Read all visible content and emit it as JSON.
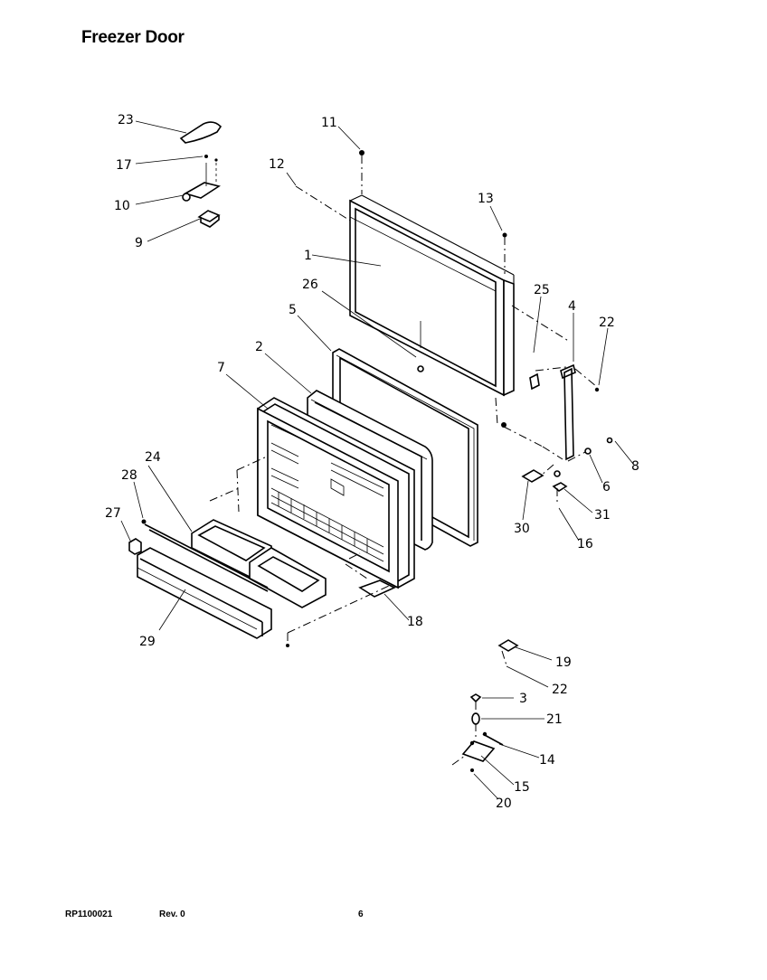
{
  "title": "Freezer Door",
  "footer": {
    "code": "RP1100021",
    "rev": "Rev. 0",
    "page": "6"
  },
  "callouts": {
    "c1": "1",
    "c2": "2",
    "c3": "3",
    "c4": "4",
    "c5": "5",
    "c6": "6",
    "c7": "7",
    "c8": "8",
    "c9": "9",
    "c10": "10",
    "c11": "11",
    "c12": "12",
    "c13": "13",
    "c14": "14",
    "c15": "15",
    "c16": "16",
    "c17": "17",
    "c18": "18",
    "c19": "19",
    "c20": "20",
    "c21": "21",
    "c22a": "22",
    "c22b": "22",
    "c23": "23",
    "c24": "24",
    "c25": "25",
    "c26": "26",
    "c27": "27",
    "c28": "28",
    "c29": "29",
    "c30": "30",
    "c31": "31"
  }
}
